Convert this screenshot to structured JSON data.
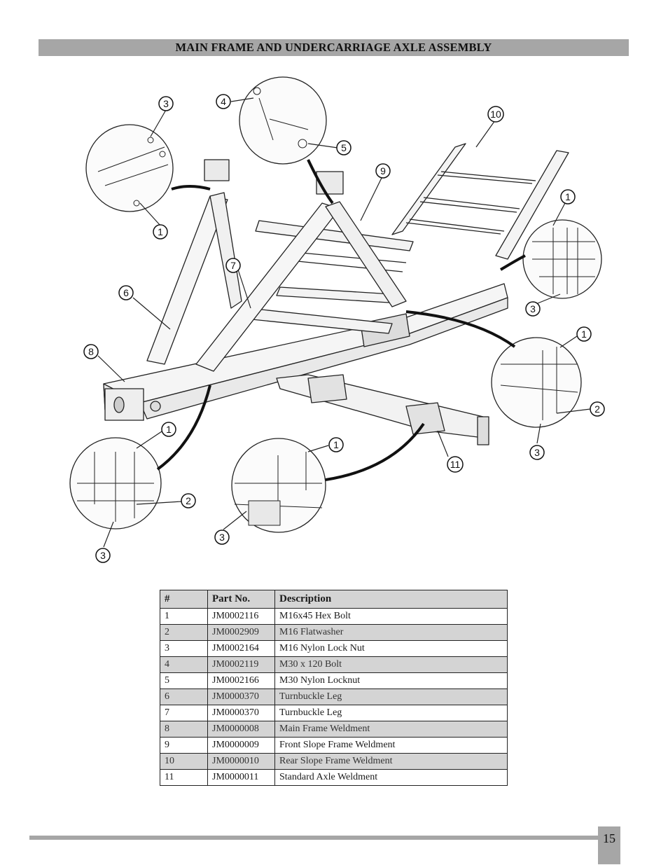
{
  "header": {
    "title": "MAIN FRAME AND UNDERCARRIAGE AXLE ASSEMBLY"
  },
  "diagram": {
    "callouts": [
      {
        "label": "1",
        "part": "M16x45 Hex Bolt"
      },
      {
        "label": "2",
        "part": "M16 Flatwasher"
      },
      {
        "label": "3",
        "part": "M16 Nylon Lock Nut"
      },
      {
        "label": "4",
        "part": "M30 x 120 Bolt"
      },
      {
        "label": "5",
        "part": "M30 Nylon Locknut"
      },
      {
        "label": "6",
        "part": "Turnbuckle Leg"
      },
      {
        "label": "7",
        "part": "Turnbuckle Leg"
      },
      {
        "label": "8",
        "part": "Main Frame Weldment"
      },
      {
        "label": "9",
        "part": "Front Slope Frame Weldment"
      },
      {
        "label": "10",
        "part": "Rear Slope Frame Weldment"
      },
      {
        "label": "11",
        "part": "Standard Axle Weldment"
      }
    ]
  },
  "table": {
    "headers": [
      "#",
      "Part No.",
      "Description"
    ],
    "rows": [
      [
        "1",
        "JM0002116",
        "M16x45 Hex Bolt"
      ],
      [
        "2",
        "JM0002909",
        "M16 Flatwasher"
      ],
      [
        "3",
        "JM0002164",
        "M16 Nylon Lock Nut"
      ],
      [
        "4",
        "JM0002119",
        "M30 x 120 Bolt"
      ],
      [
        "5",
        "JM0002166",
        "M30 Nylon Locknut"
      ],
      [
        "6",
        "JM0000370",
        "Turnbuckle Leg"
      ],
      [
        "7",
        "JM0000370",
        "Turnbuckle Leg"
      ],
      [
        "8",
        "JM0000008",
        "Main Frame Weldment"
      ],
      [
        "9",
        "JM0000009",
        "Front Slope Frame Weldment"
      ],
      [
        "10",
        "JM0000010",
        "Rear Slope Frame Weldment"
      ],
      [
        "11",
        "JM0000011",
        "Standard Axle Weldment"
      ]
    ]
  },
  "footer": {
    "page_number": "15"
  }
}
